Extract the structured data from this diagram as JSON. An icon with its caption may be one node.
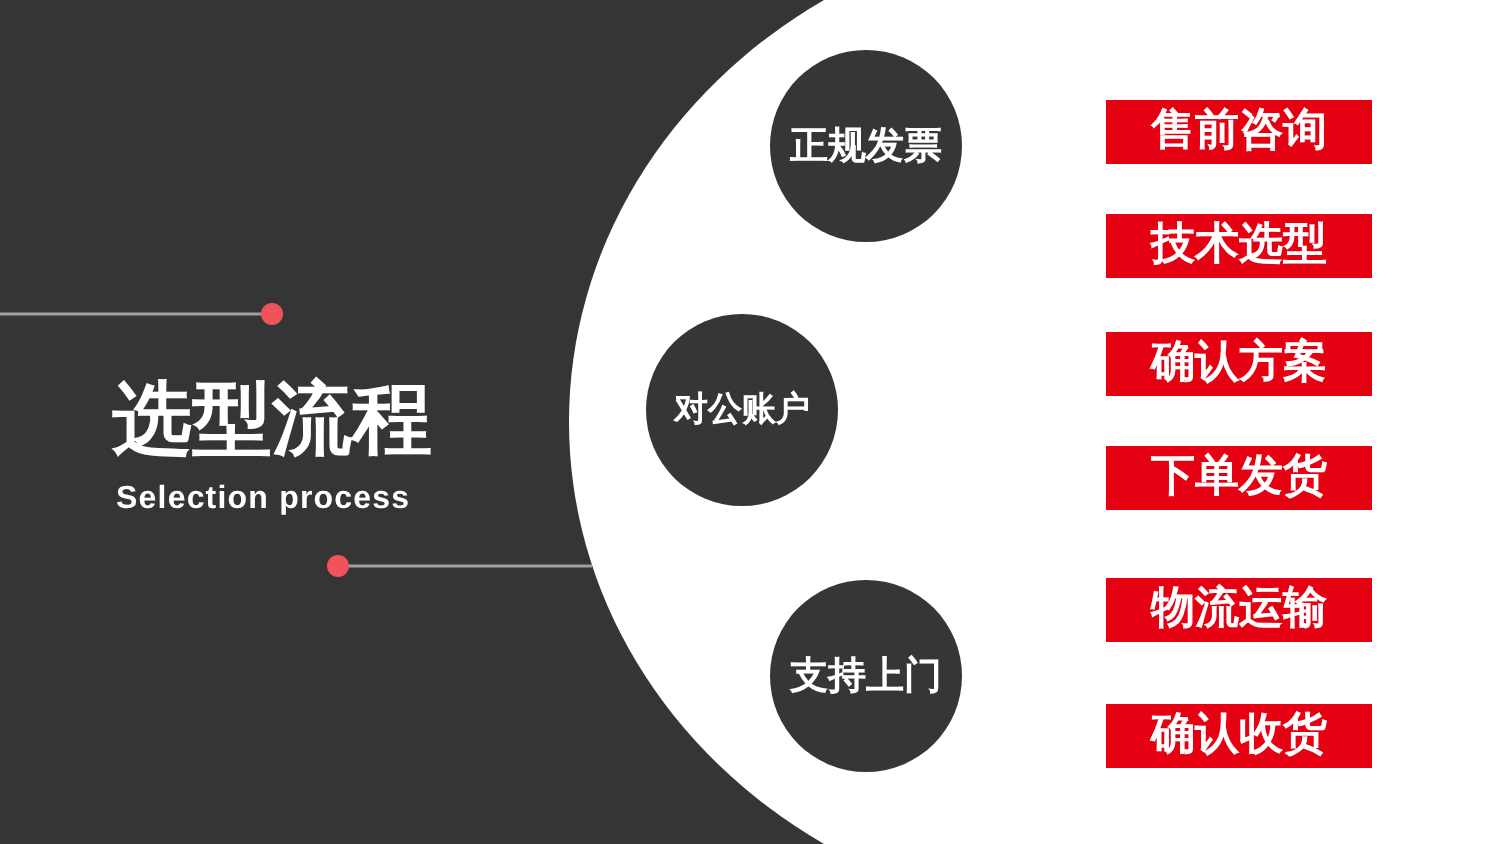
{
  "diagram": {
    "title": "选型流程",
    "nodes": [
      {
        "text": [
          "正规发票"
        ]
      },
      {
        "text": [
          "对公账户"
        ]
      },
      {
        "text": [
          "支持上门"
        ]
      },
      {
        "text": [
          "售前咨询"
        ]
      },
      {
        "text": [
          "技术选型"
        ]
      },
      {
        "text": [
          "确认方案"
        ]
      },
      {
        "text": [
          "下单发货"
        ]
      },
      {
        "text": [
          "物流运输"
        ]
      },
      {
        "text": [
          "确认收货"
        ]
      }
    ],
    "labels": [
      "Selection process"
    ]
  }
}
